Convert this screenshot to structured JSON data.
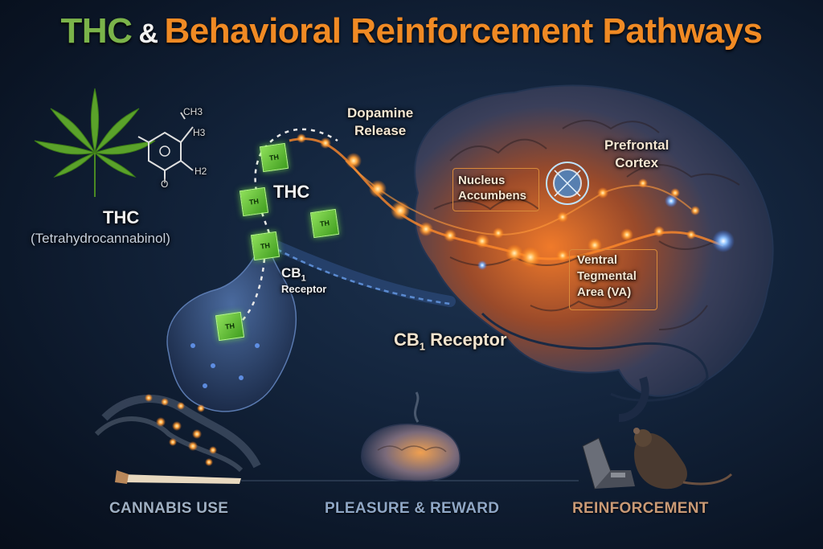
{
  "title": {
    "part1": "THC",
    "part2": "&",
    "part3": "Behavioral Reinforcement Pathways"
  },
  "molecule": {
    "name": "THC",
    "full_name": "(Tetrahydrocannabinol)",
    "atoms": [
      "CH3",
      "H3",
      "H2",
      "O"
    ]
  },
  "cube_label": "TH",
  "labels": {
    "dopamine": [
      "Dopamine",
      "Release"
    ],
    "thc_near": "THC",
    "cb1_small": [
      "CB",
      "1",
      "Receptor"
    ],
    "cb1_large": [
      "CB",
      "1",
      "Receptor"
    ],
    "nucleus": [
      "Nucleus",
      "Accumbens"
    ],
    "prefrontal": [
      "Prefrontal",
      "Cortex"
    ],
    "ventral": [
      "Ventral",
      "Tegmental",
      "Area (VA)"
    ]
  },
  "bottom_steps": [
    {
      "label": "CANNABIS USE",
      "color": "#9fb0c4"
    },
    {
      "label": "PLEASURE & REWARD",
      "color": "#8fa7c6"
    },
    {
      "label": "REINFORCEMENT",
      "color": "#c99a76"
    }
  ],
  "colors": {
    "green": "#7bb34a",
    "orange": "#f08a24",
    "glow": "#ffb347",
    "receptor_blue": "#3a5f9a"
  }
}
